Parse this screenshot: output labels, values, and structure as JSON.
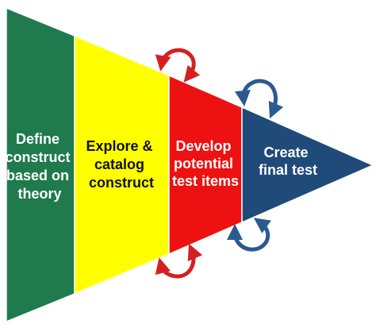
{
  "stages": [
    {
      "lines": [
        "Define",
        "construct",
        "based on",
        "theory"
      ],
      "color": "#1f7a4d",
      "text_color": "#ffffff"
    },
    {
      "lines": [
        "Explore &",
        "catalog",
        "construct"
      ],
      "color": "#ffff00",
      "text_color": "#111111"
    },
    {
      "lines": [
        "Develop",
        "potential",
        "test items"
      ],
      "color": "#ee1111",
      "text_color": "#ffffff"
    },
    {
      "lines": [
        "Create",
        "final test"
      ],
      "color": "#1f4a7a",
      "text_color": "#ffffff"
    }
  ],
  "feedback_arrows": [
    {
      "name": "red-cycle-arrow-top-icon",
      "color": "#d42020"
    },
    {
      "name": "red-cycle-arrow-bottom-icon",
      "color": "#d42020"
    },
    {
      "name": "blue-cycle-arrow-top-icon",
      "color": "#2a5a90"
    },
    {
      "name": "blue-cycle-arrow-bottom-icon",
      "color": "#2a5a90"
    }
  ]
}
